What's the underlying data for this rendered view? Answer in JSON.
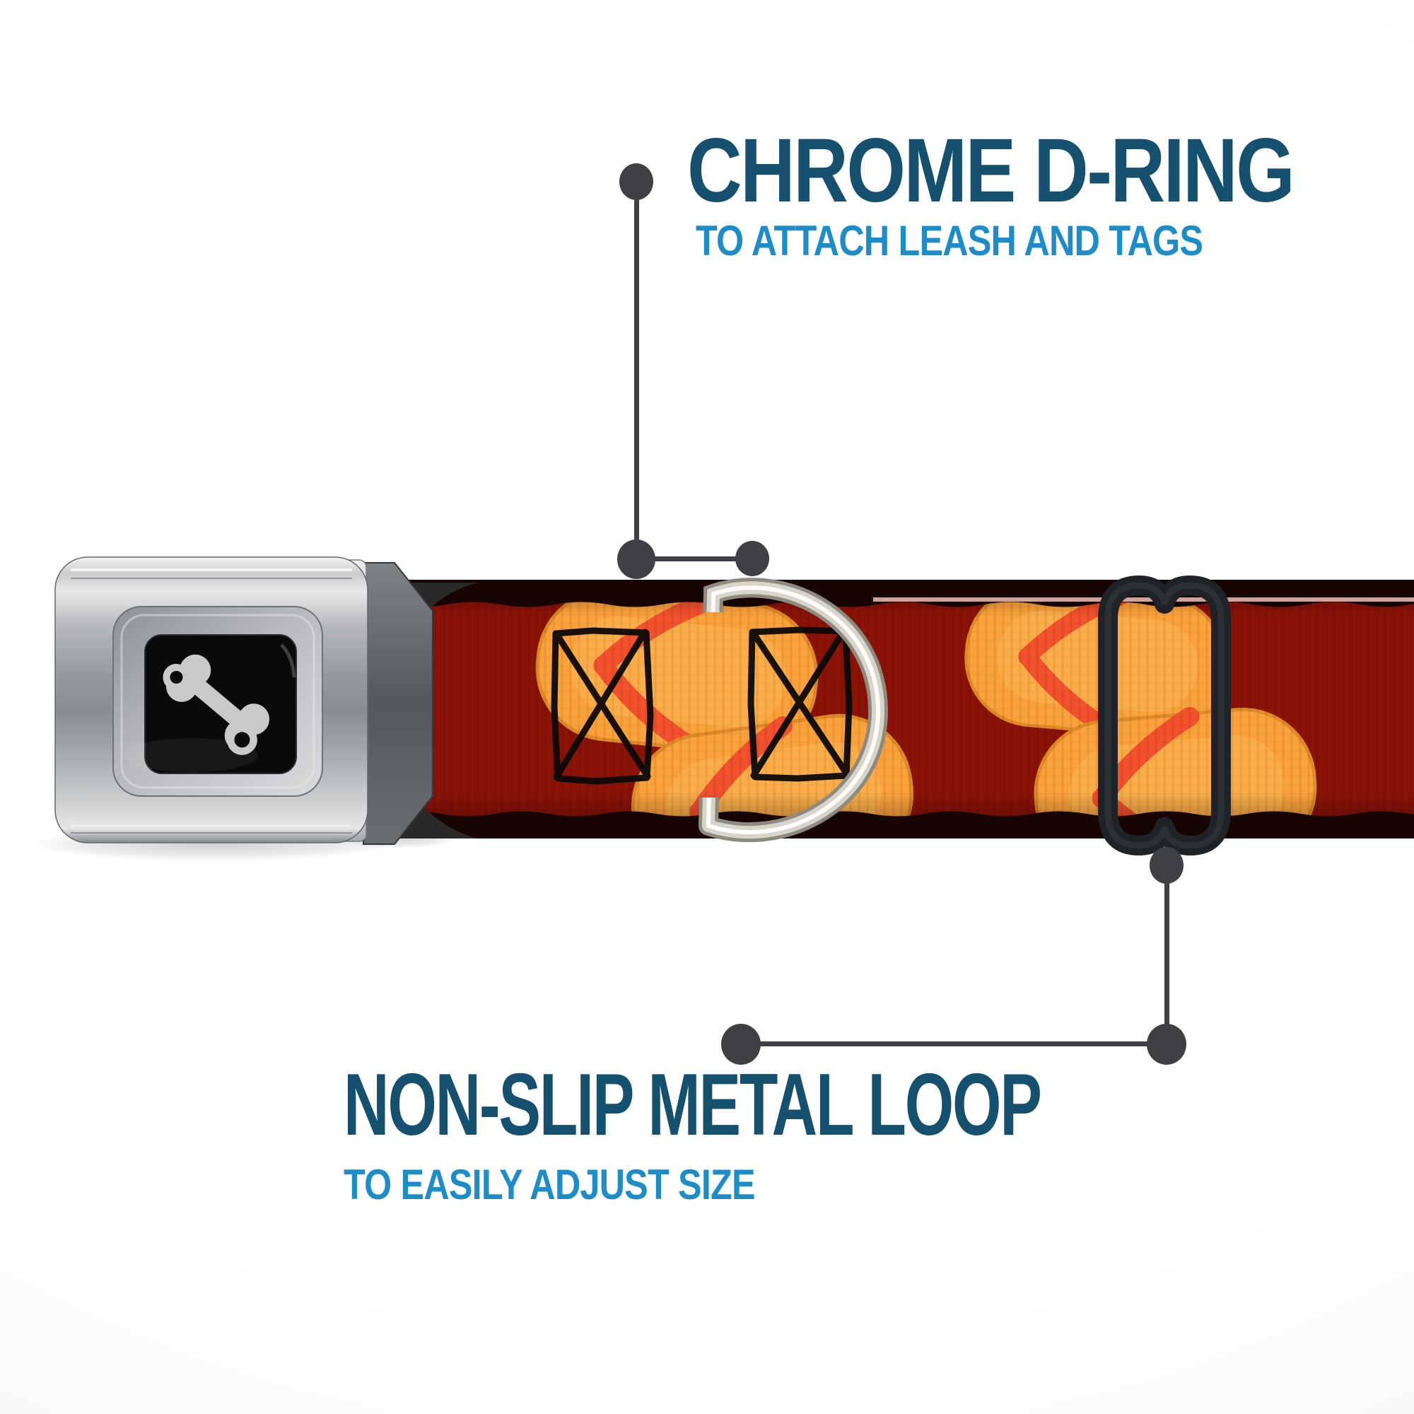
{
  "page": {
    "background": "#ffffff"
  },
  "annotations": {
    "top": {
      "title": "CHROME D-RING",
      "subtitle": "TO ATTACH LEASH AND TAGS"
    },
    "bottom": {
      "title": "NON-SLIP METAL LOOP",
      "subtitle": "TO EASILY ADJUST SIZE"
    }
  },
  "product": {
    "buckle_logo_icon": "dog-bone",
    "strap_pattern": "flip-flops",
    "parts": [
      "seatbelt-buckle",
      "patterned-webbing-strap",
      "chrome-d-ring",
      "black-metal-slider-loop"
    ]
  },
  "colors": {
    "title_blue": "#15506F",
    "subtitle_blue": "#1E8DC7",
    "callout_gray": "#3E4043",
    "belt_red": "#8A1206",
    "belt_edge_black": "#170502",
    "flipflop_orange": "#FAA23B",
    "strap_red": "#F2512D",
    "buckle_silver": "#AEB1B4",
    "slider_black": "#1F2327",
    "ring_chrome": "#D8D4CA",
    "logo_gray": "#C7C9CB",
    "window_black": "#0A0A0D"
  }
}
